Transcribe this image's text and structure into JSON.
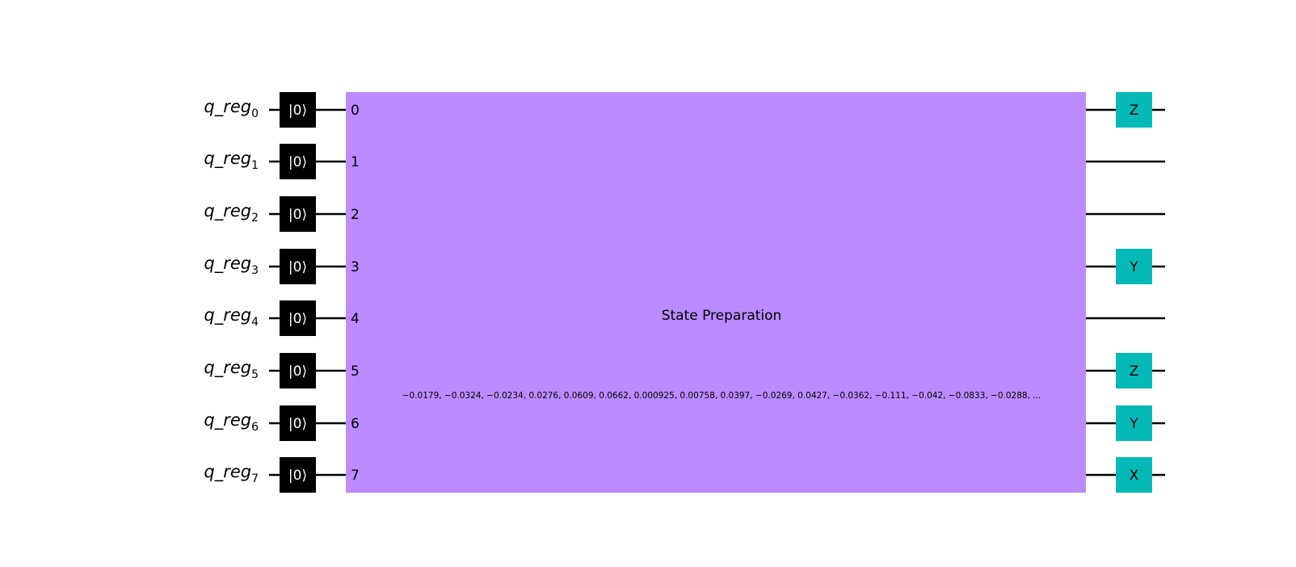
{
  "qubits": [
    {
      "name": "q_reg",
      "index": "0",
      "init": "|0⟩",
      "port": "0",
      "pauli": "Z"
    },
    {
      "name": "q_reg",
      "index": "1",
      "init": "|0⟩",
      "port": "1",
      "pauli": ""
    },
    {
      "name": "q_reg",
      "index": "2",
      "init": "|0⟩",
      "port": "2",
      "pauli": ""
    },
    {
      "name": "q_reg",
      "index": "3",
      "init": "|0⟩",
      "port": "3",
      "pauli": "Y"
    },
    {
      "name": "q_reg",
      "index": "4",
      "init": "|0⟩",
      "port": "4",
      "pauli": ""
    },
    {
      "name": "q_reg",
      "index": "5",
      "init": "|0⟩",
      "port": "5",
      "pauli": "Z"
    },
    {
      "name": "q_reg",
      "index": "6",
      "init": "|0⟩",
      "port": "6",
      "pauli": "Y"
    },
    {
      "name": "q_reg",
      "index": "7",
      "init": "|0⟩",
      "port": "7",
      "pauli": "X"
    }
  ],
  "state_prep": {
    "title": "State Preparation",
    "params": "−0.0179, −0.0324, −0.0234, 0.0276, 0.0609, 0.0662, 0.000925, 0.00758, 0.0397, −0.0269, 0.0427, −0.0362, −0.111, −0.042, −0.0833, −0.0288, ..."
  },
  "colors": {
    "state_prep_fill": "#bb8bff",
    "pauli_fill": "#05bab6",
    "init_fill": "#000000"
  }
}
